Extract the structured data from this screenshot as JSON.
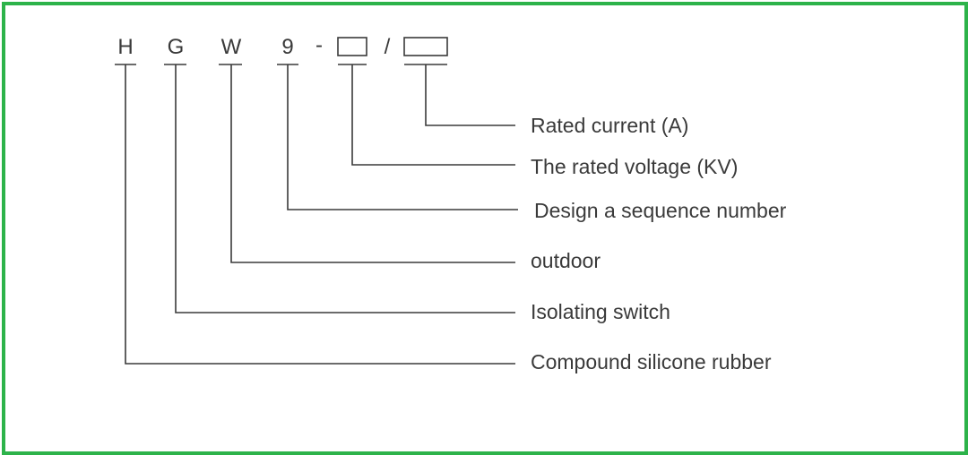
{
  "colors": {
    "border": "#2db34a",
    "ink": "#3a3a3a"
  },
  "code": {
    "h": "H",
    "g": "G",
    "w": "W",
    "nine": "9",
    "dash": "-",
    "slash": "/"
  },
  "labels": {
    "rated_current": "Rated current (A)",
    "rated_voltage": "The rated voltage (KV)",
    "sequence": "Design a sequence number",
    "outdoor": "outdoor",
    "isolating": "Isolating switch",
    "compound": "Compound silicone rubber"
  }
}
